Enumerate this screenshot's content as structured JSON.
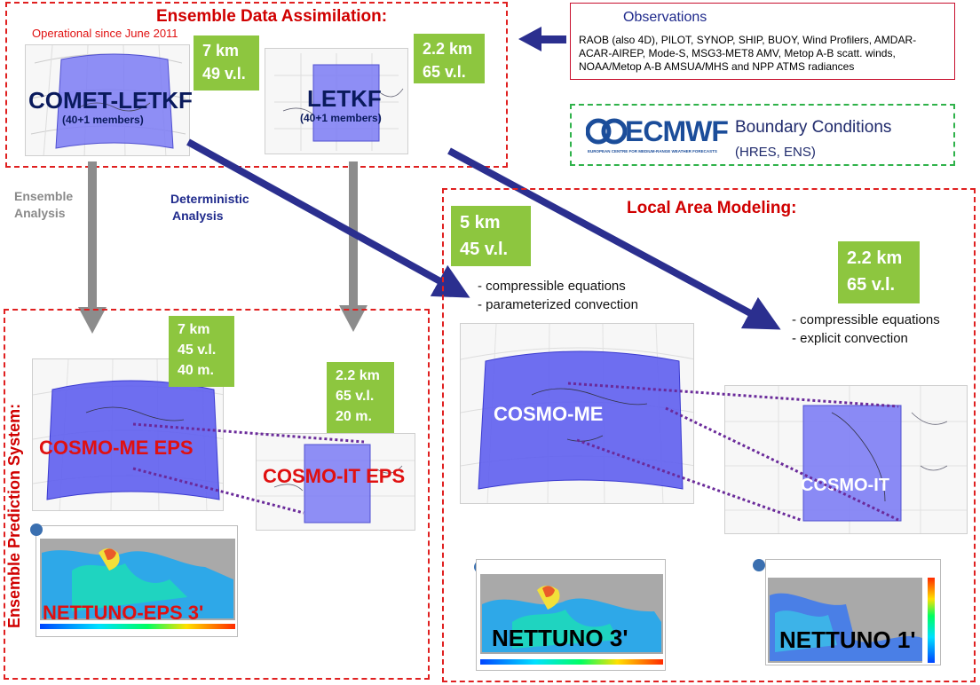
{
  "eda": {
    "title": "Ensemble Data Assimilation:",
    "operational": "Operational since June 2011",
    "comet_name": "COMET-LETKF",
    "comet_members": "(40+1 members)",
    "comet_badge": [
      "7 km",
      "49 v.l."
    ],
    "letkf_name": "LETKF",
    "letkf_members": "(40+1 members)",
    "letkf_badge": [
      "2.2 km",
      "65 v.l."
    ]
  },
  "observations": {
    "title": "Observations",
    "lines": [
      "RAOB (also 4D), PILOT, SYNOP, SHIP, BUOY, Wind Profilers, AMDAR-",
      "ACAR-AIREP, Mode-S, MSG3-MET8 AMV, Metop A-B scatt. winds,",
      "NOAA/Metop A-B AMSUA/MHS and NPP ATMS radiances"
    ]
  },
  "ecmwf": {
    "logo": "ECMWF",
    "logo_sub": "EUROPEAN CENTRE FOR MEDIUM-RANGE WEATHER FORECASTS",
    "title": "Boundary Conditions",
    "sub": "(HRES, ENS)"
  },
  "arrows": {
    "ensemble": [
      "Ensemble",
      "Analysis"
    ],
    "deterministic": [
      "Deterministic",
      "Analysis"
    ]
  },
  "eps": {
    "side_title": "Ensemble Prediction System:",
    "me_badge": [
      "7 km",
      "45 v.l.",
      "40 m."
    ],
    "it_badge": [
      "2.2 km",
      "65 v.l.",
      "20 m."
    ],
    "me_label": "COSMO-ME EPS",
    "it_label": "COSMO-IT EPS",
    "nettuno_label": "NETTUNO-EPS 3'"
  },
  "lam": {
    "title": "Local Area Modeling:",
    "me_badge": [
      "5 km",
      "45 v.l."
    ],
    "it_badge": [
      "2.2 km",
      "65 v.l."
    ],
    "me_bullets": [
      "- compressible equations",
      "- parameterized convection"
    ],
    "it_bullets": [
      "- compressible equations",
      "- explicit convection"
    ],
    "me_label": "COSMO-ME",
    "it_label": "COSMO-IT",
    "nettuno3": "NETTUNO  3'",
    "nettuno1": "NETTUNO  1'"
  },
  "colors": {
    "red": "#e02020",
    "green_badge": "#8dc63f",
    "navy": "#2b2f8f",
    "domain_blue": "#5b5bef",
    "gray_arrow": "#8c8c8c"
  }
}
